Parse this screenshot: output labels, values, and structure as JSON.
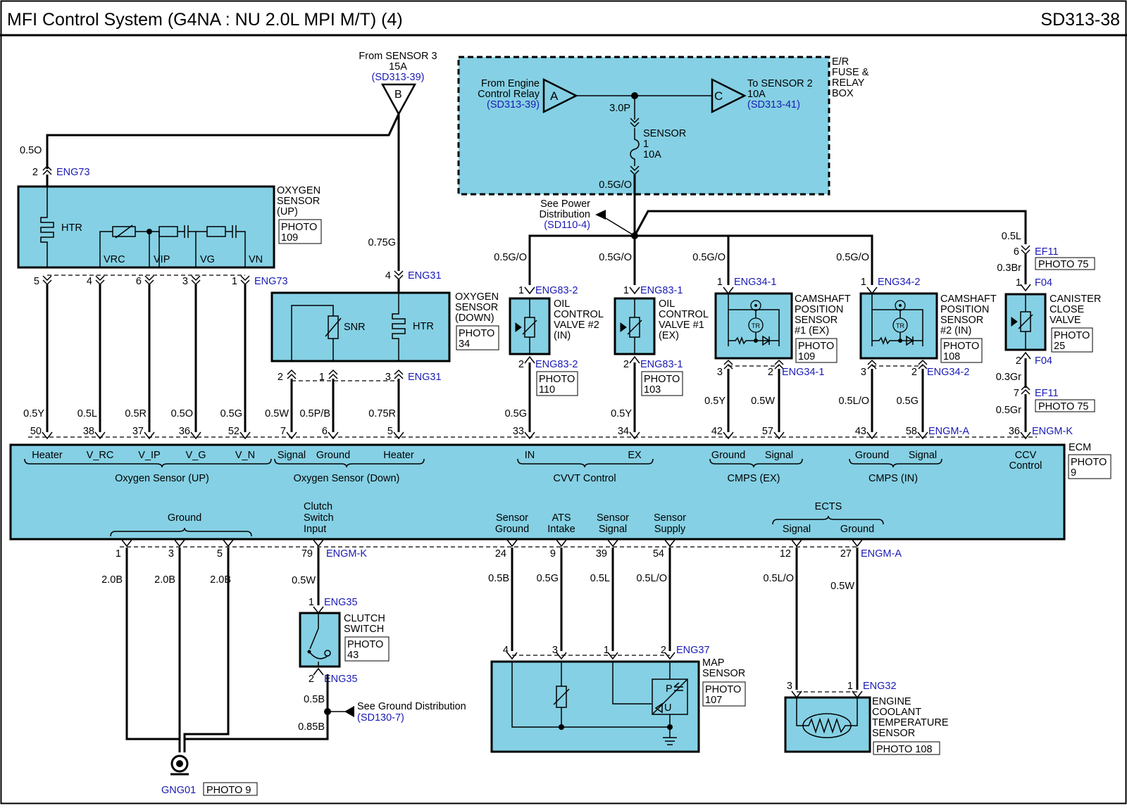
{
  "header": {
    "title": "MFI Control System (G4NA : NU 2.0L MPI M/T) (4)",
    "sheet": "SD313-38"
  },
  "fuse_box": {
    "name": [
      "E/R",
      "FUSE &",
      "RELAY",
      "BOX"
    ],
    "from_relay": [
      "From Engine",
      "Control Relay"
    ],
    "from_relay_ref": "(SD313-39)",
    "conn_a": "A",
    "to_sensor2": [
      "To SENSOR 2",
      "10A"
    ],
    "to_sensor2_ref": "(SD313-41)",
    "conn_c": "C",
    "wire_in": "3.0P",
    "fuse": [
      "SENSOR",
      "1",
      "10A"
    ],
    "wire_out": "0.5G/O"
  },
  "sensor3_feed": {
    "lines": [
      "From SENSOR 3",
      "15A"
    ],
    "ref": "(SD313-39)",
    "conn": "B"
  },
  "power_dist": {
    "lines": [
      "See Power",
      "Distribution"
    ],
    "ref": "(SD110-4)"
  },
  "o2_up": {
    "name": [
      "OXYGEN",
      "SENSOR",
      "(UP)"
    ],
    "photo": [
      "PHOTO",
      "109"
    ],
    "htr": "HTR",
    "pins": [
      "VRC",
      "VIP",
      "VG",
      "VN"
    ],
    "top_pin": "2",
    "top_conn": "ENG73",
    "top_wire": "0.5O",
    "conn": "ENG73",
    "pin_nums": [
      "5",
      "4",
      "6",
      "3",
      "1"
    ],
    "wires": [
      "0.5Y",
      "0.5L",
      "0.5R",
      "0.5O",
      "0.5G"
    ]
  },
  "o2_down": {
    "name": [
      "OXYGEN",
      "SENSOR",
      "(DOWN)"
    ],
    "photo": [
      "PHOTO",
      "34"
    ],
    "snr": "SNR",
    "htr": "HTR",
    "in_wire": "0.75G",
    "in_pin": "4",
    "in_conn": "ENG31",
    "pin_nums": [
      "2",
      "1",
      "3"
    ],
    "conn": "ENG31",
    "wires": [
      "0.5W",
      "0.5P/B",
      "0.75R"
    ]
  },
  "ocv2": {
    "name": [
      "OIL",
      "CONTROL",
      "VALVE #2",
      "(IN)"
    ],
    "top_pin": "1",
    "top_conn": "ENG83-2",
    "bot_pin": "2",
    "bot_conn": "ENG83-2",
    "photo": [
      "PHOTO",
      "110"
    ],
    "wire_in": "0.5G/O",
    "wire_out": "0.5G"
  },
  "ocv1": {
    "name": [
      "OIL",
      "CONTROL",
      "VALVE #1",
      "(EX)"
    ],
    "top_pin": "1",
    "top_conn": "ENG83-1",
    "bot_pin": "2",
    "bot_conn": "ENG83-1",
    "photo": [
      "PHOTO",
      "103"
    ],
    "wire_in": "0.5G/O",
    "wire_out": "0.5Y"
  },
  "cmps1": {
    "name": [
      "CAMSHAFT",
      "POSITION",
      "SENSOR",
      "#1 (EX)"
    ],
    "top_pin": "1",
    "top_conn": "ENG34-1",
    "pins": [
      "3",
      "2"
    ],
    "conn": "ENG34-1",
    "photo": [
      "PHOTO",
      "109"
    ],
    "tr": "TR",
    "wire_in": "0.5G/O",
    "wires": [
      "0.5Y",
      "0.5W"
    ]
  },
  "cmps2": {
    "name": [
      "CAMSHAFT",
      "POSITION",
      "SENSOR",
      "#2 (IN)"
    ],
    "top_pin": "1",
    "top_conn": "ENG34-2",
    "pins": [
      "3",
      "2"
    ],
    "conn": "ENG34-2",
    "photo": [
      "PHOTO",
      "108"
    ],
    "tr": "TR",
    "wire_in": "0.5G/O",
    "wires": [
      "0.5L/O",
      "0.5G"
    ]
  },
  "ccv": {
    "name": [
      "CANISTER",
      "CLOSE",
      "VALVE"
    ],
    "photo": [
      "PHOTO",
      "25"
    ],
    "top_wire": "0.5L",
    "ef11_pin_top": "6",
    "ef11": "EF11",
    "photo75": "PHOTO 75",
    "wire_mid_top": "0.3Br",
    "f04_top_pin": "1",
    "f04": "F04",
    "f04_bot_pin": "2",
    "wire_mid_bot": "0.3Gr",
    "ef11_pin_bot": "7",
    "wire_bot": "0.5Gr"
  },
  "ecm": {
    "label": "ECM",
    "photo": [
      "PHOTO",
      "9"
    ],
    "top_pins": [
      "50",
      "38",
      "37",
      "36",
      "52",
      "7",
      "6",
      "5",
      "33",
      "34",
      "42",
      "57",
      "43",
      "58",
      "36"
    ],
    "top_conn_a": "ENGM-A",
    "top_conn_k": "ENGM-K",
    "top_labels": [
      "Heater",
      "V_RC",
      "V_IP",
      "V_G",
      "V_N",
      "Signal",
      "Ground",
      "Heater",
      "IN",
      "EX",
      "Ground",
      "Signal",
      "Ground",
      "Signal"
    ],
    "ccv_label": [
      "CCV",
      "Control"
    ],
    "groups": [
      "Oxygen Sensor (UP)",
      "Oxygen Sensor (Down)",
      "CVVT Control",
      "CMPS (EX)",
      "CMPS (IN)"
    ],
    "ground_group": "Ground",
    "clutch_label": [
      "Clutch",
      "Switch",
      "Input"
    ],
    "map_labels": [
      [
        "Sensor",
        "Ground"
      ],
      [
        "ATS",
        "Intake"
      ],
      [
        "Sensor",
        "Signal"
      ],
      [
        "Sensor",
        "Supply"
      ]
    ],
    "ects_group": "ECTS",
    "ects_labels": [
      "Signal",
      "Ground"
    ],
    "bot_pins": [
      "1",
      "3",
      "5",
      "79",
      "24",
      "9",
      "39",
      "54",
      "12",
      "27"
    ],
    "bot_conn_k": "ENGM-K",
    "bot_conn_a": "ENGM-A"
  },
  "ground_wires": [
    "2.0B",
    "2.0B",
    "2.0B"
  ],
  "clutch": {
    "wire": "0.5W",
    "top_pin": "1",
    "conn": "ENG35",
    "name": [
      "CLUTCH",
      "SWITCH"
    ],
    "photo": [
      "PHOTO",
      "43"
    ],
    "bot_pin": "2",
    "bot_conn": "ENG35",
    "wire_b1": "0.5B",
    "wire_b2": "0.85B",
    "gd": "See Ground Distribution",
    "gd_ref": "(SD130-7)"
  },
  "gng01": {
    "label": "GNG01",
    "photo": "PHOTO 9"
  },
  "map": {
    "wires": [
      "0.5B",
      "0.5G",
      "0.5L",
      "0.5L/O"
    ],
    "pins": [
      "4",
      "3",
      "1",
      "2"
    ],
    "conn": "ENG37",
    "name": [
      "MAP",
      "SENSOR"
    ],
    "photo": [
      "PHOTO",
      "107"
    ],
    "p": "P",
    "u": "U"
  },
  "ects": {
    "wires": [
      "0.5L/O",
      "0.5W"
    ],
    "pins": [
      "3",
      "1"
    ],
    "conn": "ENG32",
    "name": [
      "ENGINE",
      "COOLANT",
      "TEMPERATURE",
      "SENSOR"
    ],
    "photo": "PHOTO 108"
  }
}
